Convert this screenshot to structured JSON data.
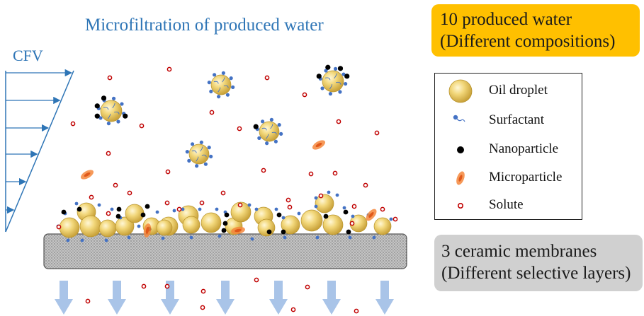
{
  "title": "Microfiltration of produced water",
  "flow_label": "CFV",
  "info_box_top": {
    "line1": "10 produced water",
    "line2": "(Different compositions)"
  },
  "info_box_bottom": {
    "line1": "3 ceramic membranes",
    "line2": "(Different selective layers)"
  },
  "legend": {
    "items": [
      {
        "label": "Oil droplet",
        "icon": "oil-droplet-icon"
      },
      {
        "label": "Surfactant",
        "icon": "surfactant-icon"
      },
      {
        "label": "Nanoparticle",
        "icon": "nanoparticle-icon"
      },
      {
        "label": "Microparticle",
        "icon": "microparticle-icon"
      },
      {
        "label": "Solute",
        "icon": "solute-icon"
      }
    ]
  },
  "colors": {
    "title_blue": "#2e75b6",
    "orange_box": "#ffc000",
    "gray_box": "#d0d0d0",
    "oil_droplet": "#f2d77a",
    "surfactant_head": "#4472c4",
    "nanoparticle": "#000000",
    "microparticle": "#f4873c",
    "solute": "#c00000",
    "permeate_arrow": "#a9c4e8",
    "membrane": "#b8b8b8"
  }
}
